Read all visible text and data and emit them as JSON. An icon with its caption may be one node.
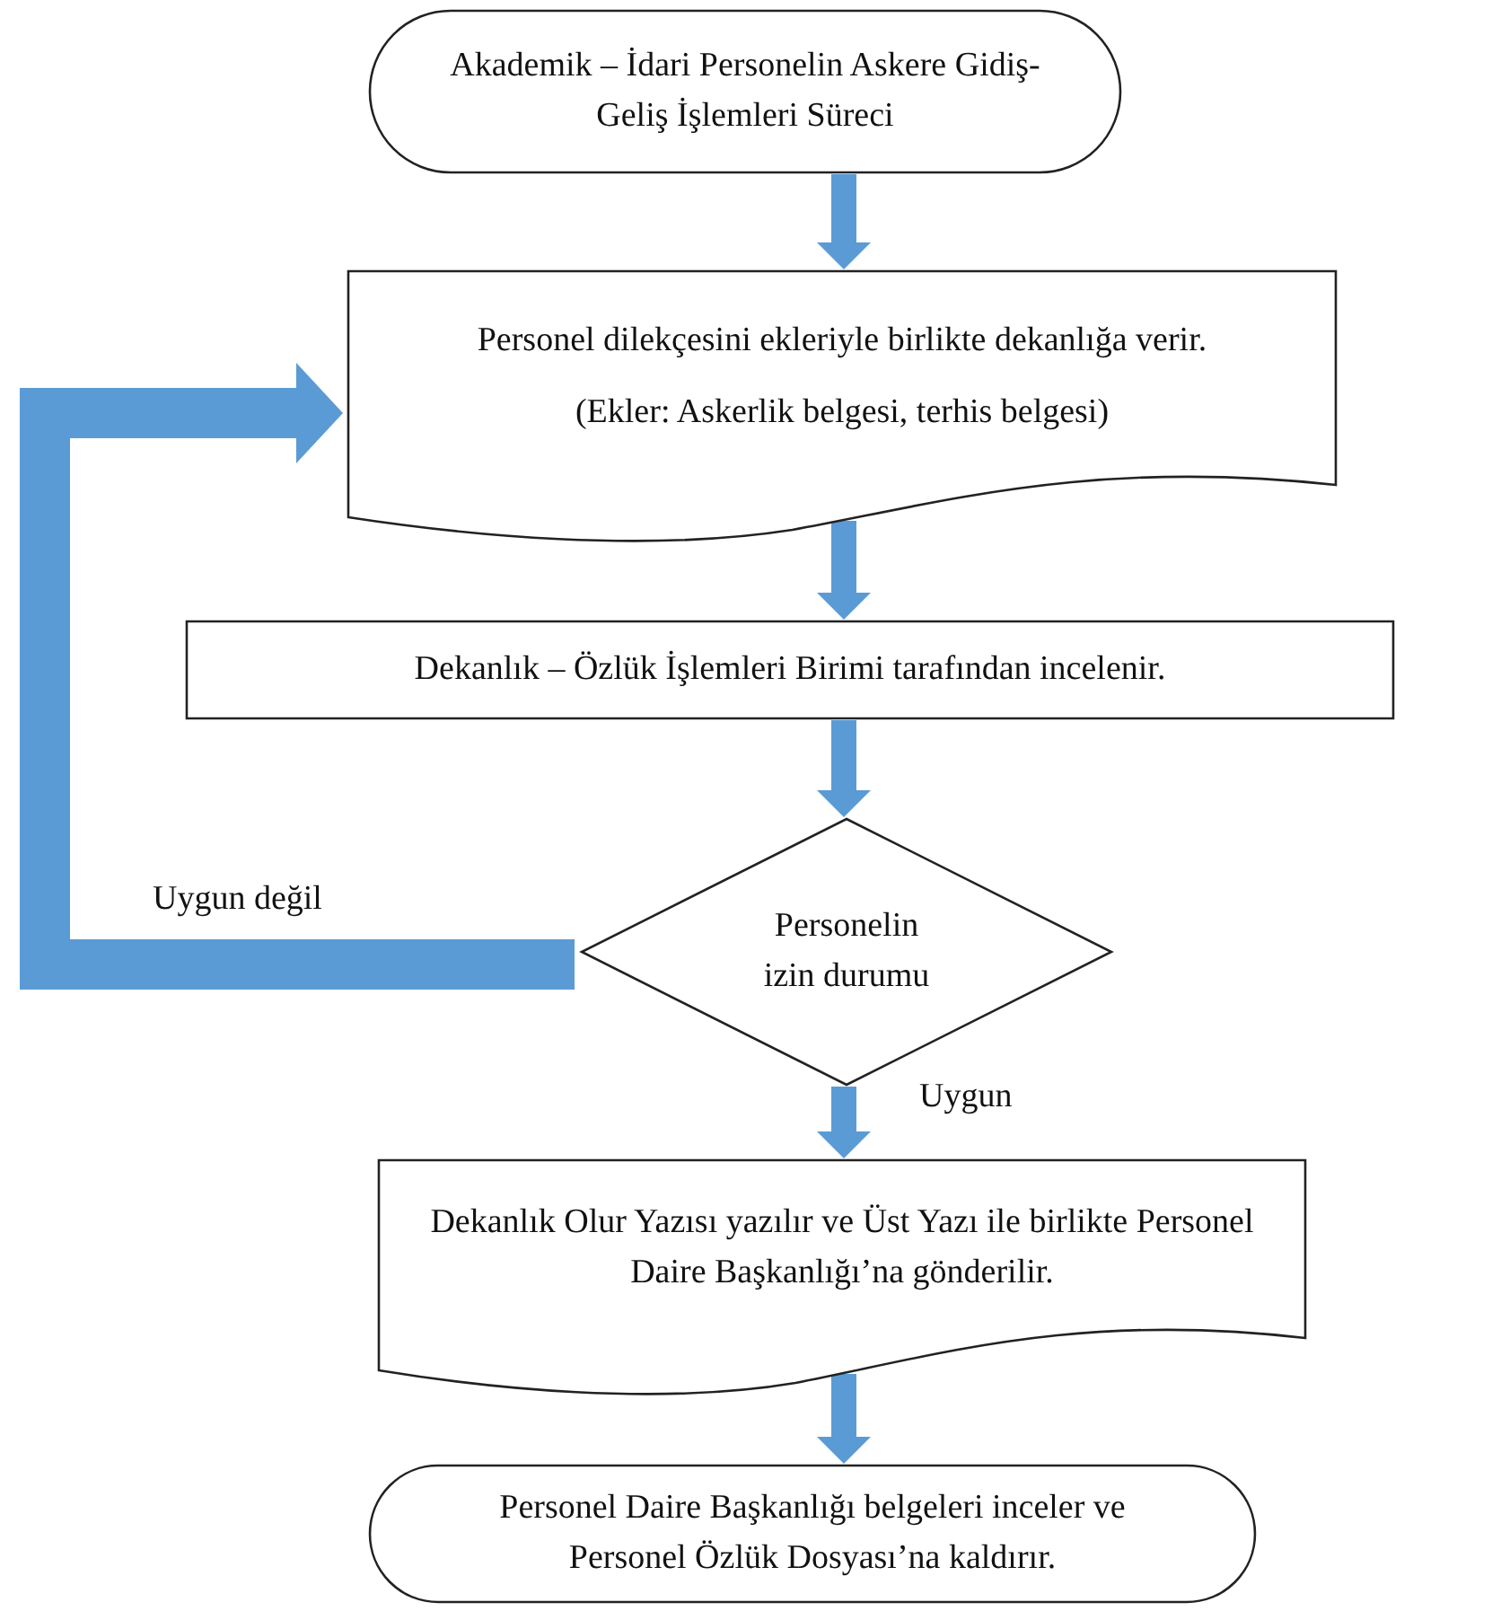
{
  "diagram": {
    "nodes": [
      {
        "text": [
          "Akademik – İdari Personelin Askere Gidiş-Geliş İşlemleri Süreci"
        ]
      },
      {
        "text": [
          "Personel dilekçesini ekleriyle birlikte dekanlığa verir.",
          "(Ekler: Askerlik belgesi, terhis belgesi)"
        ]
      },
      {
        "text": [
          "Dekanlık – Özlük İşlemleri Birimi tarafından incelenir."
        ]
      },
      {
        "text": [
          "Personelin izin durumu"
        ]
      },
      {
        "text": [
          "Dekanlık Olur Yazısı yazılır ve Üst Yazı ile birlikte Personel Daire Başkanlığı’na gönderilir."
        ]
      },
      {
        "text": [
          "Personel Daire Başkanlığı belgeleri inceler ve Personel Özlük Dosyası’na kaldırır."
        ]
      }
    ],
    "edges": [
      {
        "from": 0,
        "to": 1,
        "arrow": "to"
      },
      {
        "from": 1,
        "to": 2,
        "arrow": "to"
      },
      {
        "from": 2,
        "to": 3,
        "arrow": "to"
      },
      {
        "from": 3,
        "to": 4,
        "arrow": "to",
        "label": "Uygun"
      },
      {
        "from": 4,
        "to": 5,
        "arrow": "to"
      },
      {
        "from": 3,
        "to": 1,
        "arrow": "to",
        "label": "Uygun değil",
        "style": "thick"
      }
    ]
  }
}
